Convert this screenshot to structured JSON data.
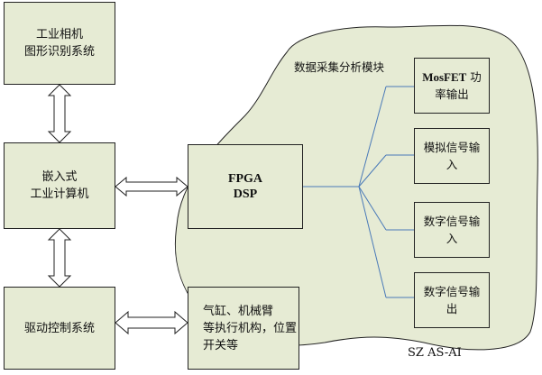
{
  "diagram": {
    "blob_title": "数据采集分析模块",
    "footer_label": "SZ AS-AI",
    "colors": {
      "box_fill": "#e6ebd4",
      "blob_fill": "#e6ebd4",
      "border": "#222222",
      "connector": "#4a7ab8"
    },
    "boxes": {
      "camera": {
        "line1": "工业相机",
        "line2": "图形识别系统"
      },
      "ipc": {
        "line1": "嵌入式",
        "line2": "工业计算机"
      },
      "drive": {
        "line1": "驱动控制系统"
      },
      "actuators": {
        "line1": "气缸、机械臂",
        "line2": "等执行机构，位置",
        "line3": "开关等"
      },
      "fpga": {
        "line1": "FPGA",
        "line2": "DSP"
      },
      "mosfet": {
        "line1": "MosFET",
        "line2": "功率输出"
      },
      "analog_in": {
        "line1": "模拟信号输",
        "line2": "入"
      },
      "digital_in": {
        "line1": "数字信号输",
        "line2": "入"
      },
      "digital_out": {
        "line1": "数字信号输",
        "line2": "出"
      }
    },
    "connections": [
      {
        "from": "camera",
        "to": "ipc",
        "type": "double-arrow"
      },
      {
        "from": "ipc",
        "to": "drive",
        "type": "double-arrow"
      },
      {
        "from": "ipc",
        "to": "fpga",
        "type": "double-arrow"
      },
      {
        "from": "drive",
        "to": "actuators",
        "type": "double-arrow"
      },
      {
        "from": "fpga",
        "to": "mosfet",
        "type": "line"
      },
      {
        "from": "fpga",
        "to": "analog_in",
        "type": "line"
      },
      {
        "from": "fpga",
        "to": "digital_in",
        "type": "line"
      },
      {
        "from": "fpga",
        "to": "digital_out",
        "type": "line"
      }
    ]
  }
}
